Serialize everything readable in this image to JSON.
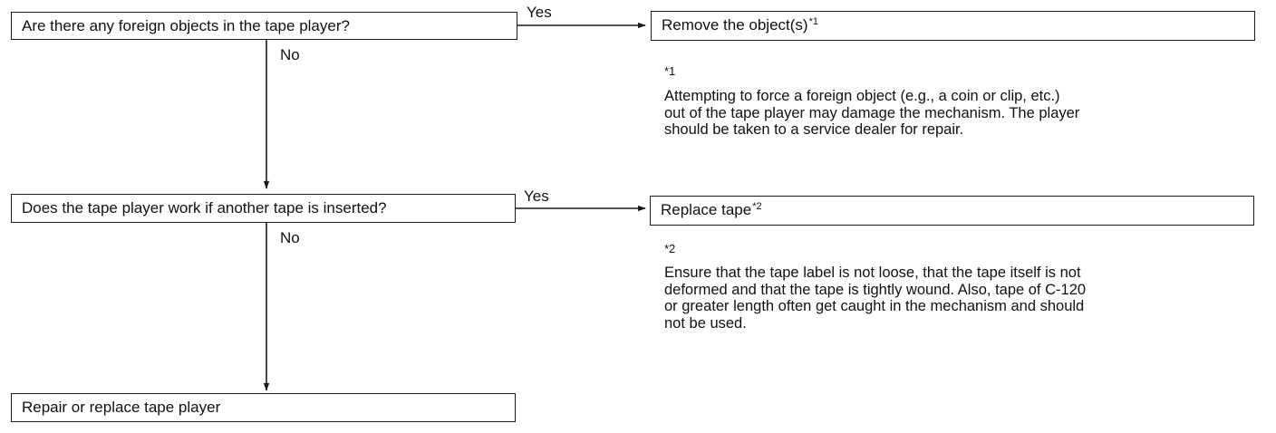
{
  "questions": [
    {
      "text": "Are there any foreign objects in the tape player?",
      "yes_label": "Yes",
      "no_label": "No",
      "yes_action": {
        "text": "Remove the object(s)",
        "note_ref": "*1"
      }
    },
    {
      "text": "Does the tape player work if another tape is inserted?",
      "yes_label": "Yes",
      "no_label": "No",
      "yes_action": {
        "text": "Replace tape",
        "note_ref": "*2"
      }
    }
  ],
  "final_action": {
    "text": "Repair or replace tape player"
  },
  "notes": [
    {
      "mark": "*1",
      "lines": [
        "Attempting to force a foreign object (e.g., a coin or clip, etc.)",
        "out of the tape player may damage the mechanism. The player",
        "should be taken to a service dealer for repair."
      ]
    },
    {
      "mark": "*2",
      "lines": [
        "Ensure that the tape label is not loose, that the tape itself is not",
        "deformed and that the tape is tightly wound. Also, tape of C-120",
        "or greater length often get caught in the mechanism and should",
        "not be used."
      ]
    }
  ]
}
